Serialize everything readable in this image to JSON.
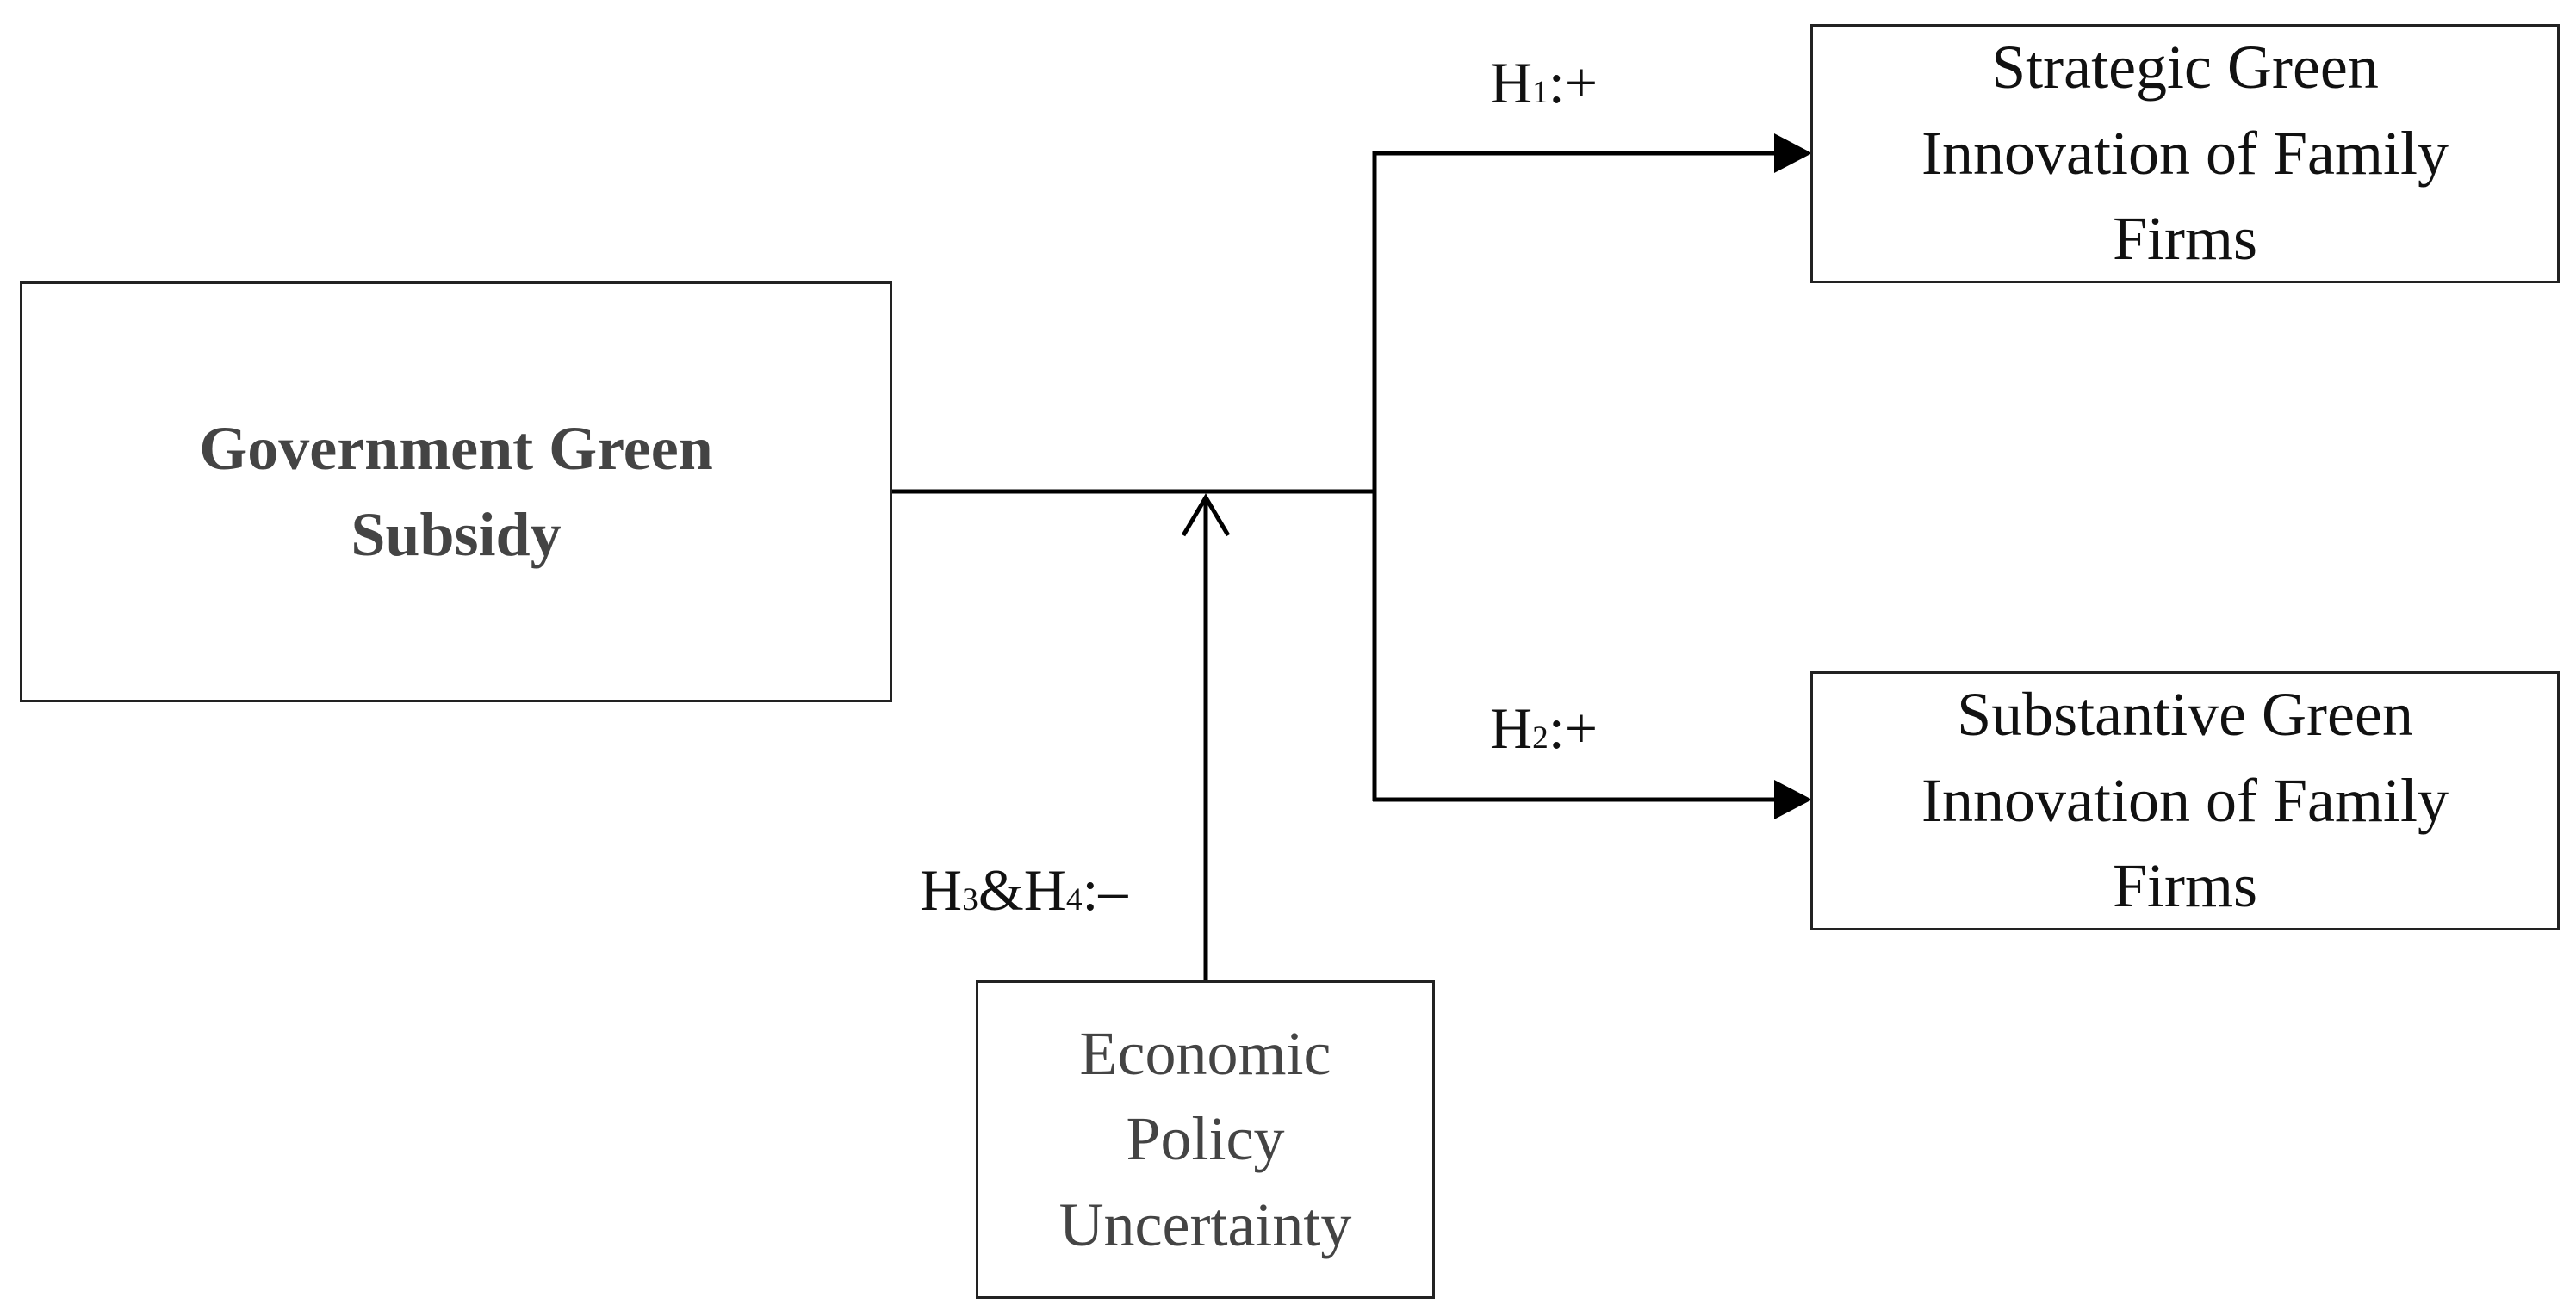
{
  "nodes": {
    "subsidy": {
      "text": "Government Green Subsidy"
    },
    "strategic": {
      "text": "Strategic Green Innovation of Family Firms"
    },
    "substantive": {
      "text": "Substantive Green Innovation of Family Firms"
    },
    "epu": {
      "text": "Economic Policy Uncertainty"
    }
  },
  "labels": {
    "h1": {
      "base": "H",
      "sub": "1",
      "rest": ":+"
    },
    "h2": {
      "base": "H",
      "sub": "2",
      "rest": ":+"
    },
    "h34": {
      "base1": "H",
      "sub1": "3",
      "mid": "&H",
      "sub2": "4",
      "rest": ":–"
    }
  },
  "colors": {
    "line": "#000000",
    "border": "#222222",
    "bold_text": "#444444"
  }
}
